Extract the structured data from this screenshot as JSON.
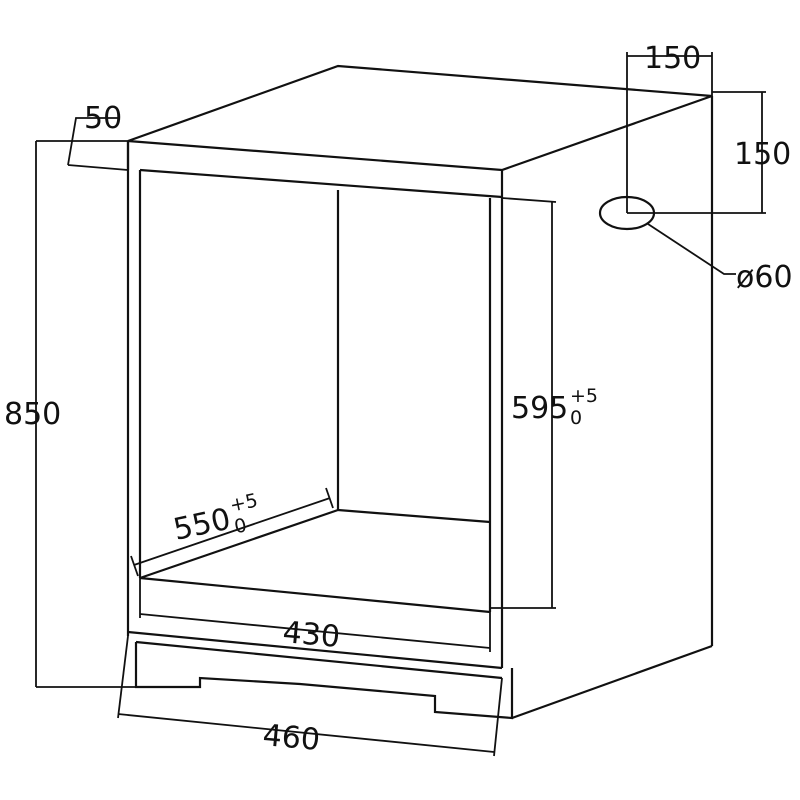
{
  "dimensions": {
    "overall_height": "850",
    "top_setback": "50",
    "niche_height_main": "595",
    "niche_height_tol_upper": "+5",
    "niche_height_tol_lower": "0",
    "niche_depth_main": "550",
    "niche_depth_tol_upper": "+5",
    "niche_depth_tol_lower": "0",
    "inner_width": "430",
    "outer_width": "460",
    "hole_offset_horizontal": "150",
    "hole_offset_vertical": "150",
    "hole_diameter": "ø60"
  }
}
